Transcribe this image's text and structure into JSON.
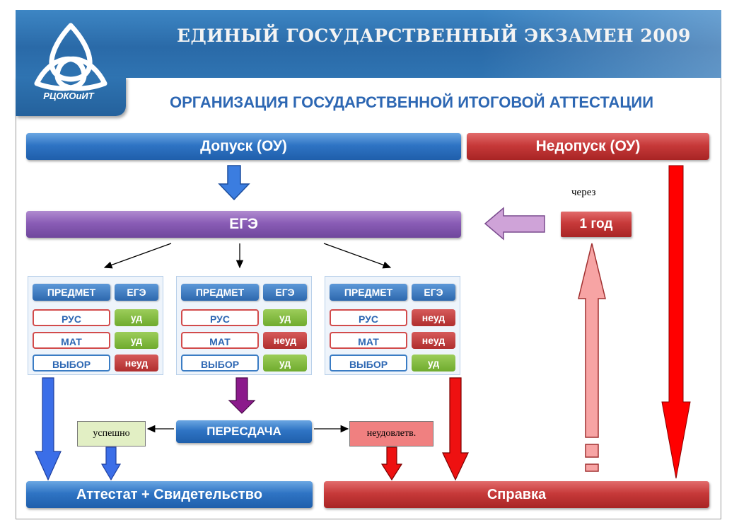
{
  "header": {
    "title": "ЕДИНЫЙ ГОСУДАРСТВЕННЫЙ ЭКЗАМЕН 2009",
    "logo_text": "РЦОКОиИТ"
  },
  "subtitle": "ОРГАНИЗАЦИЯ ГОСУДАРСТВЕННОЙ ИТОГОВОЙ АТТЕСТАЦИИ",
  "admit": "Допуск (ОУ)",
  "not_admit": "Недопуск (ОУ)",
  "ege": "ЕГЭ",
  "through": "через",
  "one_year": "1 год",
  "table_headers": {
    "subject": "ПРЕДМЕТ",
    "exam": "ЕГЭ"
  },
  "panels": [
    {
      "rows": [
        {
          "subject": "РУС",
          "result": "уд",
          "status": "ok"
        },
        {
          "subject": "МАТ",
          "result": "уд",
          "status": "ok"
        },
        {
          "subject": "ВЫБОР",
          "result": "неуд",
          "status": "bad"
        }
      ]
    },
    {
      "rows": [
        {
          "subject": "РУС",
          "result": "уд",
          "status": "ok"
        },
        {
          "subject": "МАТ",
          "result": "неуд",
          "status": "bad"
        },
        {
          "subject": "ВЫБОР",
          "result": "уд",
          "status": "ok"
        }
      ]
    },
    {
      "rows": [
        {
          "subject": "РУС",
          "result": "неуд",
          "status": "bad"
        },
        {
          "subject": "МАТ",
          "result": "неуд",
          "status": "bad"
        },
        {
          "subject": "ВЫБОР",
          "result": "уд",
          "status": "ok"
        }
      ]
    }
  ],
  "retake": "ПЕРЕСДАЧА",
  "success": "успешно",
  "fail": "неудовлетв.",
  "certificate": "Аттестат + Свидетельство",
  "reference": "Справка",
  "colors": {
    "blue": "#2f74c4",
    "red": "#c73a3a",
    "purple": "#8a5db6",
    "header": "#2f74b2"
  }
}
